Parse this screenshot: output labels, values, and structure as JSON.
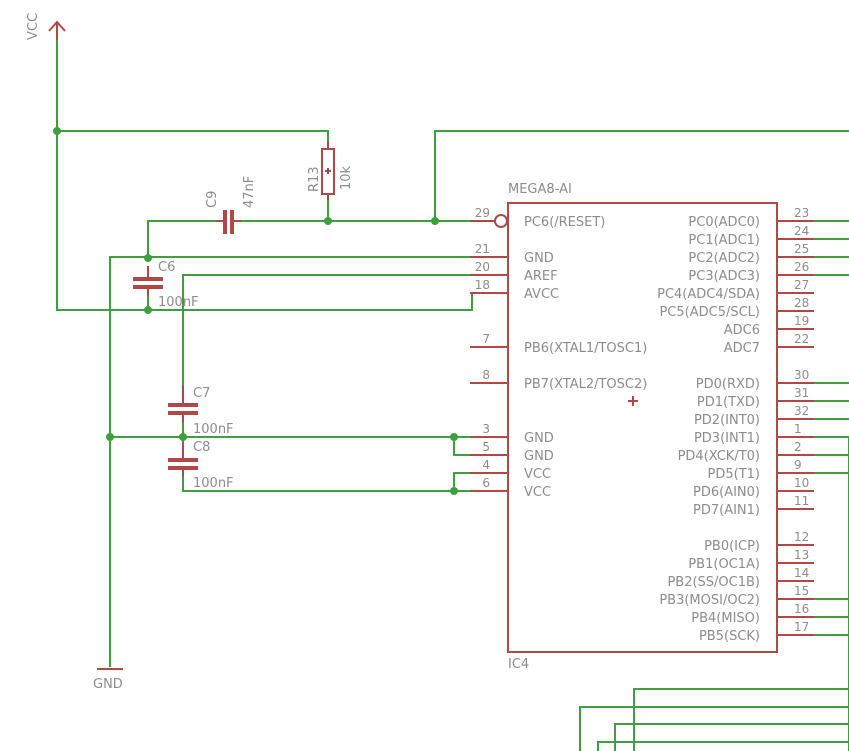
{
  "power": {
    "vcc": "VCC",
    "gnd": "GND"
  },
  "r13": {
    "name": "R13",
    "value": "10k"
  },
  "c9": {
    "name": "C9",
    "value": "47nF"
  },
  "c6": {
    "name": "C6",
    "value": "100nF"
  },
  "c7": {
    "name": "C7",
    "value": "100nF"
  },
  "c8": {
    "name": "C8",
    "value": "100nF"
  },
  "ic": {
    "part": "MEGA8-AI",
    "name": "IC4",
    "left_pins": [
      {
        "num": "29",
        "name": "PC6(/RESET)"
      },
      {
        "num": "21",
        "name": "GND"
      },
      {
        "num": "20",
        "name": "AREF"
      },
      {
        "num": "18",
        "name": "AVCC"
      },
      {
        "num": "7",
        "name": "PB6(XTAL1/TOSC1)"
      },
      {
        "num": "8",
        "name": "PB7(XTAL2/TOSC2)"
      },
      {
        "num": "3",
        "name": "GND"
      },
      {
        "num": "5",
        "name": "GND"
      },
      {
        "num": "4",
        "name": "VCC"
      },
      {
        "num": "6",
        "name": "VCC"
      }
    ],
    "right_pins": [
      {
        "num": "23",
        "name": "PC0(ADC0)"
      },
      {
        "num": "24",
        "name": "PC1(ADC1)"
      },
      {
        "num": "25",
        "name": "PC2(ADC2)"
      },
      {
        "num": "26",
        "name": "PC3(ADC3)"
      },
      {
        "num": "27",
        "name": "PC4(ADC4/SDA)"
      },
      {
        "num": "28",
        "name": "PC5(ADC5/SCL)"
      },
      {
        "num": "19",
        "name": "ADC6"
      },
      {
        "num": "22",
        "name": "ADC7"
      },
      {
        "num": "30",
        "name": "PD0(RXD)"
      },
      {
        "num": "31",
        "name": "PD1(TXD)"
      },
      {
        "num": "32",
        "name": "PD2(INT0)"
      },
      {
        "num": "1",
        "name": "PD3(INT1)"
      },
      {
        "num": "2",
        "name": "PD4(XCK/T0)"
      },
      {
        "num": "9",
        "name": "PD5(T1)"
      },
      {
        "num": "10",
        "name": "PD6(AIN0)"
      },
      {
        "num": "11",
        "name": "PD7(AIN1)"
      },
      {
        "num": "12",
        "name": "PB0(ICP)"
      },
      {
        "num": "13",
        "name": "PB1(OC1A)"
      },
      {
        "num": "14",
        "name": "PB2(SS/OC1B)"
      },
      {
        "num": "15",
        "name": "PB3(MOSI/OC2)"
      },
      {
        "num": "16",
        "name": "PB4(MISO)"
      },
      {
        "num": "17",
        "name": "PB5(SCK)"
      }
    ]
  }
}
